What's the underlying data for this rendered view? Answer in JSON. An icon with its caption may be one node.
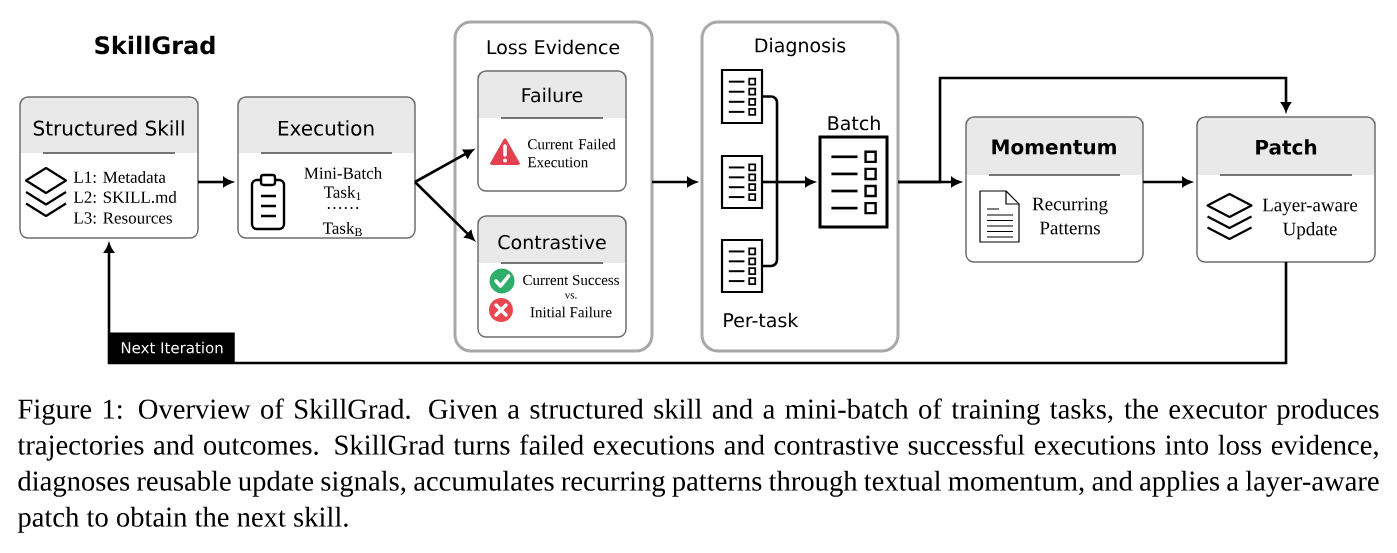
{
  "diagram": {
    "title": "SkillGrad",
    "caption": "Figure 1: Overview of SkillGrad. Given a structured skill and a mini-batch of training tasks, the executor produces trajectories and outcomes. SkillGrad turns failed executions and contrastive successful executions into loss evidence, diagnoses reusable update signals, accumulates recurring patterns through textual momentum, and applies a layer-aware patch to obtain the next skill.",
    "nodes": [
      {
        "text": [
          "Structured Skill",
          "L1: Metadata",
          "L2: SKILL.md",
          "L3: Resources"
        ]
      },
      {
        "text": [
          "Execution",
          "Mini-Batch",
          "Task$_{1}$",
          "……",
          "Task$_{B}$"
        ]
      },
      {
        "text": [
          "Loss Evidence"
        ]
      },
      {
        "text": [
          "Failure",
          "Current Failed Execution"
        ],
        "in": 2
      },
      {
        "text": [
          "Contrastive",
          "Current Success",
          "vs.",
          "Initial Failure"
        ],
        "in": 2
      },
      {
        "text": [
          "Diagnosis",
          "Per-task"
        ]
      },
      {
        "text": [],
        "shape": "picture",
        "in": 5
      },
      {
        "text": [],
        "shape": "picture",
        "in": 5
      },
      {
        "text": [],
        "shape": "picture",
        "in": 5
      },
      {
        "text": [
          "Batch"
        ],
        "in": 5
      },
      {
        "text": [
          "Momentum",
          "Recurring Patterns"
        ]
      },
      {
        "text": [
          "Patch",
          "Layer-aware Update"
        ]
      }
    ],
    "edges": [
      {
        "from": 0,
        "to": 1,
        "arrow": "to"
      },
      {
        "from": 1,
        "to": 3,
        "arrow": "to"
      },
      {
        "from": 1,
        "to": 4,
        "arrow": "to"
      },
      {
        "from": 2,
        "to": 5,
        "arrow": "to"
      },
      {
        "from": 6,
        "to": 9,
        "arrow": "to"
      },
      {
        "from": 7,
        "to": 9,
        "arrow": "to"
      },
      {
        "from": 8,
        "to": 9,
        "arrow": "to"
      },
      {
        "from": 5,
        "to": 10,
        "arrow": "to"
      },
      {
        "from": 5,
        "to": 11,
        "arrow": "to"
      },
      {
        "from": 10,
        "to": 11,
        "arrow": "to"
      },
      {
        "from": 11,
        "to": 0,
        "arrow": "to",
        "label": "Next Iteration"
      }
    ]
  }
}
